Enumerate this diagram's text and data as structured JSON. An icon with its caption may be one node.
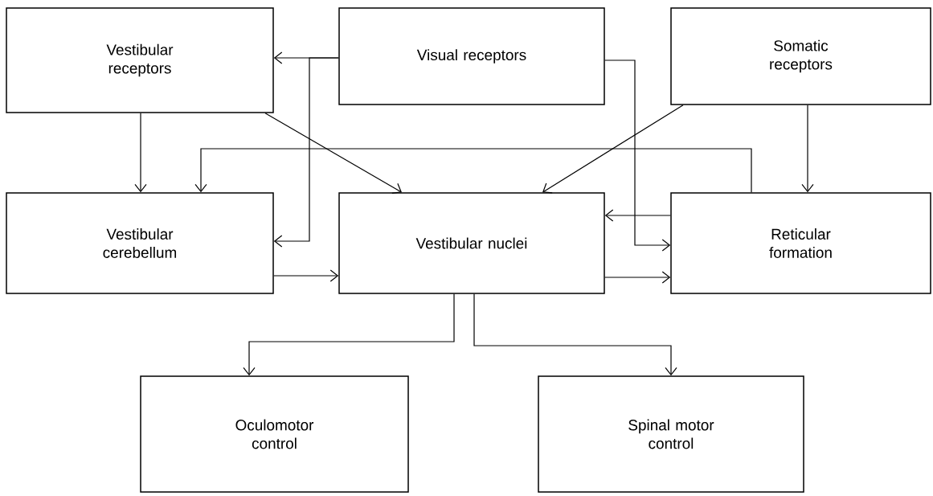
{
  "diagram": {
    "nodes": [
      {
        "text": [
          "Vestibular receptors"
        ]
      },
      {
        "text": [
          "Visual receptors"
        ]
      },
      {
        "text": [
          "Somatic receptors"
        ]
      },
      {
        "text": [
          "Vestibular cerebellum"
        ]
      },
      {
        "text": [
          "Vestibular nuclei"
        ]
      },
      {
        "text": [
          "Reticular formation"
        ]
      },
      {
        "text": [
          "Oculomotor control"
        ]
      },
      {
        "text": [
          "Spinal motor control"
        ]
      }
    ],
    "edges": [
      {
        "from": 1,
        "to": 0,
        "arrow": "to"
      },
      {
        "from": 1,
        "to": 3,
        "arrow": "to"
      },
      {
        "from": 0,
        "to": 3,
        "arrow": "to"
      },
      {
        "from": 0,
        "to": 4,
        "arrow": "to"
      },
      {
        "from": 2,
        "to": 4,
        "arrow": "to"
      },
      {
        "from": 2,
        "to": 5,
        "arrow": "to"
      },
      {
        "from": 5,
        "to": 3,
        "arrow": "to"
      },
      {
        "from": 1,
        "to": 5,
        "arrow": "to"
      },
      {
        "from": 5,
        "to": 4,
        "arrow": "to"
      },
      {
        "from": 3,
        "to": 4,
        "arrow": "to"
      },
      {
        "from": 4,
        "to": 5,
        "arrow": "to"
      },
      {
        "from": 4,
        "to": 6,
        "arrow": "to"
      },
      {
        "from": 4,
        "to": 7,
        "arrow": "to"
      }
    ]
  }
}
